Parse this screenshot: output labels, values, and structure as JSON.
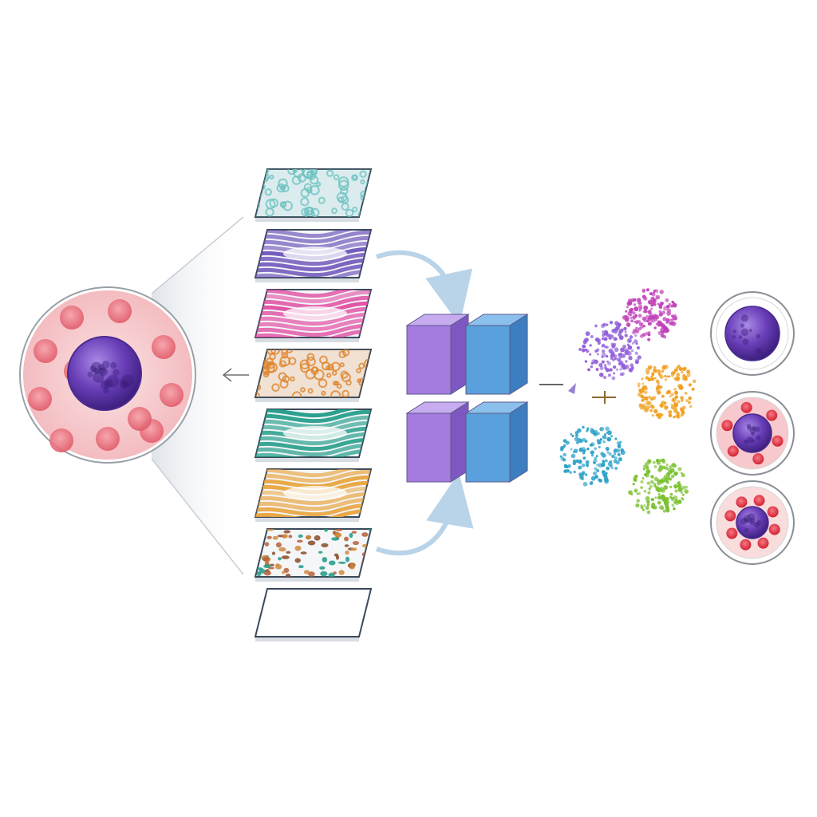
{
  "diagram": {
    "source_cell": {
      "nucleus_color": "#6a3fb8",
      "background_color": "#f7c9cc",
      "rbc_color": "#e86a78",
      "rbc_count": 11
    },
    "channel_slices": [
      {
        "name": "cyan-texture-slice",
        "color": "#6fc3c3",
        "pattern": "lace"
      },
      {
        "name": "purple-texture-slice",
        "color": "#6a4fb8",
        "pattern": "wave"
      },
      {
        "name": "magenta-texture-slice",
        "color": "#e04aa0",
        "pattern": "wave"
      },
      {
        "name": "orange-texture-slice",
        "color": "#e0862e",
        "pattern": "lace"
      },
      {
        "name": "teal-texture-slice",
        "color": "#1e9a86",
        "pattern": "wave"
      },
      {
        "name": "amber-texture-slice",
        "color": "#e8a23a",
        "pattern": "wave"
      },
      {
        "name": "mixed-dot-slice",
        "color": "#b5603a",
        "pattern": "dots"
      },
      {
        "name": "blank-slice",
        "color": "#ffffff",
        "pattern": "none"
      }
    ],
    "feature_blocks": [
      {
        "name": "purple-block",
        "color": "#a57be0"
      },
      {
        "name": "blue-block",
        "color": "#5aa0dc"
      },
      {
        "name": "purple-block",
        "color": "#a57be0"
      },
      {
        "name": "blue-block",
        "color": "#5aa0dc"
      }
    ],
    "clusters": [
      {
        "name": "magenta-cluster",
        "color": "#c040b8"
      },
      {
        "name": "violet-cluster",
        "color": "#9060d8"
      },
      {
        "name": "orange-cluster",
        "color": "#f0a020"
      },
      {
        "name": "blue-cluster",
        "color": "#2aa0c8"
      },
      {
        "name": "green-cluster",
        "color": "#7ac030"
      }
    ],
    "result_cells": [
      {
        "name": "result-cell-1",
        "nucleus_color": "#6a3fb8",
        "background_color": "#ffffff",
        "rbc_color": "#e86a78",
        "rbc_count": 0
      },
      {
        "name": "result-cell-2",
        "nucleus_color": "#6a3fb8",
        "background_color": "#f7c9cc",
        "rbc_color": "#e03a48",
        "rbc_count": 6
      },
      {
        "name": "result-cell-3",
        "nucleus_color": "#6a3fb8",
        "background_color": "#f9dcdc",
        "rbc_color": "#e02a38",
        "rbc_count": 8
      }
    ],
    "arrow_color": "#b9d3e8"
  }
}
